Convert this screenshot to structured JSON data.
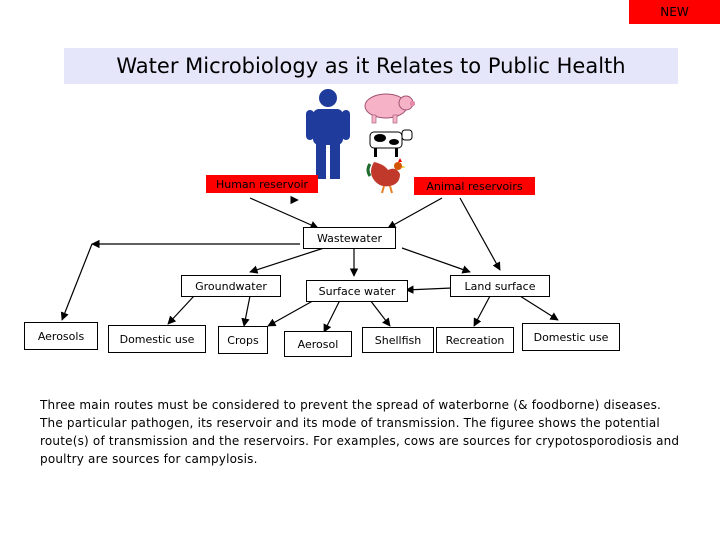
{
  "badge": {
    "label": "NEW"
  },
  "title": "Water Microbiology as it Relates to Public Health",
  "icons": {
    "human": "person-icon",
    "pig": "pig-icon",
    "cow": "cow-icon",
    "chicken": "rooster-icon"
  },
  "nodes": {
    "human_reservoir": "Human reservoir",
    "animal_reservoirs": "Animal reservoirs",
    "wastewater": "Wastewater",
    "groundwater": "Groundwater",
    "surface_water": "Surface water",
    "land_surface": "Land surface",
    "aerosols": "Aerosols",
    "domestic_use_left": "Domestic use",
    "crops": "Crops",
    "aerosol": "Aerosol",
    "shellfish": "Shellfish",
    "recreation": "Recreation",
    "domestic_use_right": "Domestic use"
  },
  "caption": "Three main routes must be considered to prevent the spread of waterborne (& foodborne) diseases. The particular pathogen, its reservoir and its mode of transmission. The figuree shows the potential route(s) of transmission and the reservoirs. For examples, cows are sources for crypotosporodiosis and poultry are sources for campylosis.",
  "colors": {
    "badge": "#ff0000",
    "title_bg": "#e6e6fa",
    "reservoir_box": "#ff0000",
    "human_figure": "#1f3c9c",
    "pig": "#f6b3c8"
  }
}
